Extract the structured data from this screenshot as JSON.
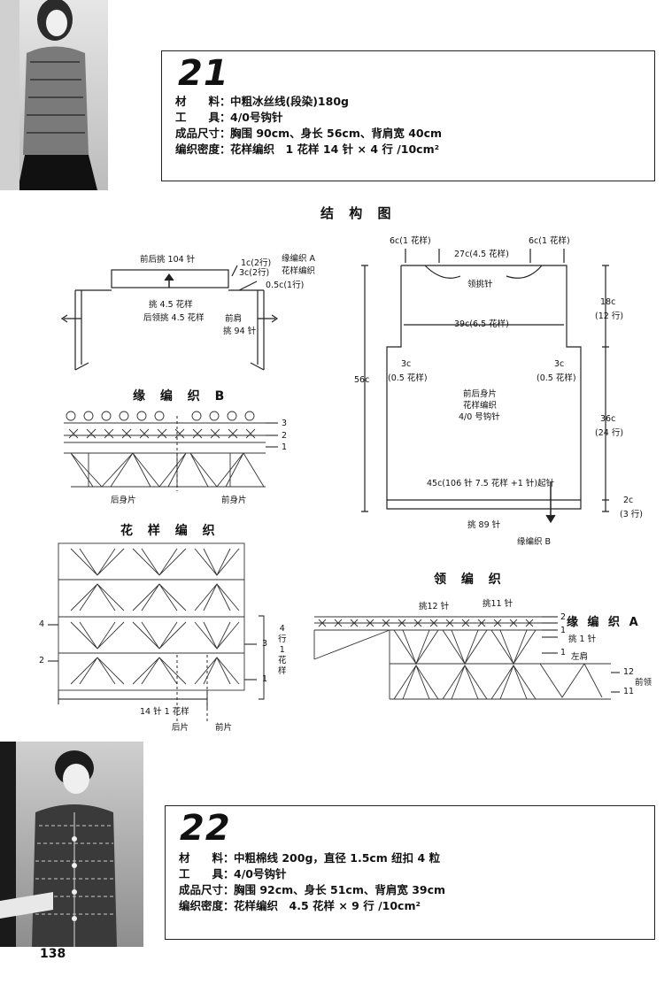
{
  "pattern21": {
    "number": "21",
    "specs": [
      {
        "label": "材　　料：",
        "value": "中粗冰丝线(段染)180g"
      },
      {
        "label": "工　　具：",
        "value": "4/0号钩针"
      },
      {
        "label": "成品尺寸：",
        "value": "胸围 90cm、身长 56cm、背肩宽 40cm"
      },
      {
        "label": "编织密度：",
        "value": "花样编织　1 花样 14 针 × 4 行 /10cm²"
      }
    ]
  },
  "structure": {
    "title": "结 构 图",
    "collar_diagram": {
      "front_back_pick": "前后挑 104 针",
      "row1": "1c(2行)",
      "row2": "3c(2行)",
      "row3": "0.5c(1行)",
      "edge_a": "缘编织 A",
      "pattern": "花样编织",
      "pick45": "挑 4.5 花样",
      "back_neck": "后领挑 4.5 花样",
      "front": "前肩",
      "pick94": "挑 94 针"
    },
    "body_diagram": {
      "left_top": "6c(1 花样)",
      "right_top": "6c(1 花样)",
      "middle_top": "27c(4.5 花样)",
      "neck_pick": "领挑针",
      "width_39": "39c(6.5 花样)",
      "height_56": "56c",
      "side_left_a": "3c",
      "side_left_b": "(0.5 花样)",
      "side_right_a": "3c",
      "side_right_b": "(0.5 花样)",
      "center_1": "前后身片",
      "center_2": "花样编织",
      "center_3": "4/0 号钩针",
      "bottom_start": "45c(106 针 7.5 花样 +1 针)起针",
      "pick89": "挑 89 针",
      "edge_b_note": "缘编织 B",
      "r18a": "18c",
      "r18b": "(12 行)",
      "r36a": "36c",
      "r36b": "(24 行)",
      "r2a": "2c",
      "r2b": "(3 行)"
    }
  },
  "edge_b": {
    "title": "缘 编 织 B",
    "row3": "3",
    "row2": "2",
    "row1": "1",
    "back": "后身片",
    "front": "前身片"
  },
  "flower": {
    "title": "花 样 编 织",
    "left4": "4",
    "left2": "2",
    "right3": "3",
    "right1": "1",
    "rep_line1": "4",
    "rep_line2": "行",
    "rep_line3": "1",
    "rep_line4": "花",
    "rep_line5": "样",
    "bottom": "14 针 1 花样",
    "back": "后片",
    "front": "前片"
  },
  "collar": {
    "title": "领 编 织",
    "pick12": "挑12 针",
    "pick11": "挑11 针",
    "edge_a": "缘 编 织 A",
    "pick1": "挑 1 针",
    "left_shoulder": "左肩",
    "front_collar": "前领",
    "r2": "2",
    "r1a": "1",
    "r1b": "1",
    "r12": "12",
    "r11": "11"
  },
  "pattern22": {
    "number": "22",
    "specs": [
      {
        "label": "材　　料：",
        "value": "中粗棉线 200g，直径 1.5cm 纽扣 4 粒"
      },
      {
        "label": "工　　具：",
        "value": "4/0号钩针"
      },
      {
        "label": "成品尺寸：",
        "value": "胸围 92cm、身长 51cm、背肩宽 39cm"
      },
      {
        "label": "编织密度：",
        "value": "花样编织　4.5 花样 × 9 行 /10cm²"
      }
    ]
  },
  "page_number": "138"
}
